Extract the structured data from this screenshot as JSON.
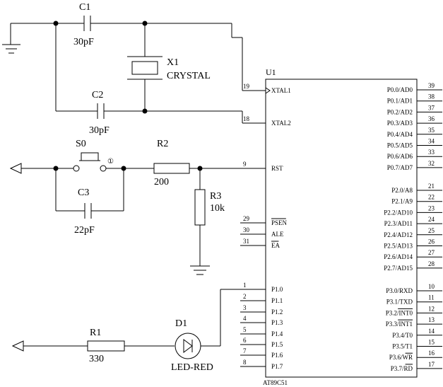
{
  "components": {
    "c1": {
      "ref": "C1",
      "value": "30pF"
    },
    "c2": {
      "ref": "C2",
      "value": "30pF"
    },
    "c3": {
      "ref": "C3",
      "value": "22pF"
    },
    "x1": {
      "ref": "X1",
      "value": "CRYSTAL"
    },
    "s0": {
      "ref": "S0",
      "pin_mark": "①"
    },
    "r1": {
      "ref": "R1",
      "value": "330"
    },
    "r2": {
      "ref": "R2",
      "value": "200"
    },
    "r3": {
      "ref": "R3",
      "value": "10k"
    },
    "d1": {
      "ref": "D1",
      "value": "LED-RED"
    },
    "u1": {
      "ref": "U1",
      "part": "AT89C51"
    }
  },
  "left_pins": [
    {
      "num": "19",
      "name": "XTAL1"
    },
    {
      "num": "18",
      "name": "XTAL2"
    },
    {
      "num": "9",
      "name": "RST"
    },
    {
      "num": "29",
      "name": "PSEN"
    },
    {
      "num": "30",
      "name": "ALE"
    },
    {
      "num": "31",
      "name": "EA"
    },
    {
      "num": "1",
      "name": "P1.0"
    },
    {
      "num": "2",
      "name": "P1.1"
    },
    {
      "num": "3",
      "name": "P1.2"
    },
    {
      "num": "4",
      "name": "P1.3"
    },
    {
      "num": "5",
      "name": "P1.4"
    },
    {
      "num": "6",
      "name": "P1.5"
    },
    {
      "num": "7",
      "name": "P1.6"
    },
    {
      "num": "8",
      "name": "P1.7"
    }
  ],
  "right_pins": [
    {
      "num": "39",
      "name": "P0.0/AD0"
    },
    {
      "num": "38",
      "name": "P0.1/AD1"
    },
    {
      "num": "37",
      "name": "P0.2/AD2"
    },
    {
      "num": "36",
      "name": "P0.3/AD3"
    },
    {
      "num": "35",
      "name": "P0.4/AD4"
    },
    {
      "num": "34",
      "name": "P0.5/AD5"
    },
    {
      "num": "33",
      "name": "P0.6/AD6"
    },
    {
      "num": "32",
      "name": "P0.7/AD7"
    },
    {
      "num": "21",
      "name": "P2.0/A8"
    },
    {
      "num": "22",
      "name": "P2.1/A9"
    },
    {
      "num": "23",
      "name": "P2.2/AD10"
    },
    {
      "num": "24",
      "name": "P2.3/AD11"
    },
    {
      "num": "25",
      "name": "P2.4/AD12"
    },
    {
      "num": "26",
      "name": "P2.5/AD13"
    },
    {
      "num": "27",
      "name": "P2.6/AD14"
    },
    {
      "num": "28",
      "name": "P2.7/AD15"
    },
    {
      "num": "10",
      "name": "P3.0/RXD"
    },
    {
      "num": "11",
      "name": "P3.1/TXD"
    },
    {
      "num": "12",
      "name": "P3.2/INT0"
    },
    {
      "num": "13",
      "name": "P3.3/INT1"
    },
    {
      "num": "14",
      "name": "P3.4/T0"
    },
    {
      "num": "15",
      "name": "P3.5/T1"
    },
    {
      "num": "16",
      "name": "P3.6/WR"
    },
    {
      "num": "17",
      "name": "P3.7/RD"
    }
  ]
}
